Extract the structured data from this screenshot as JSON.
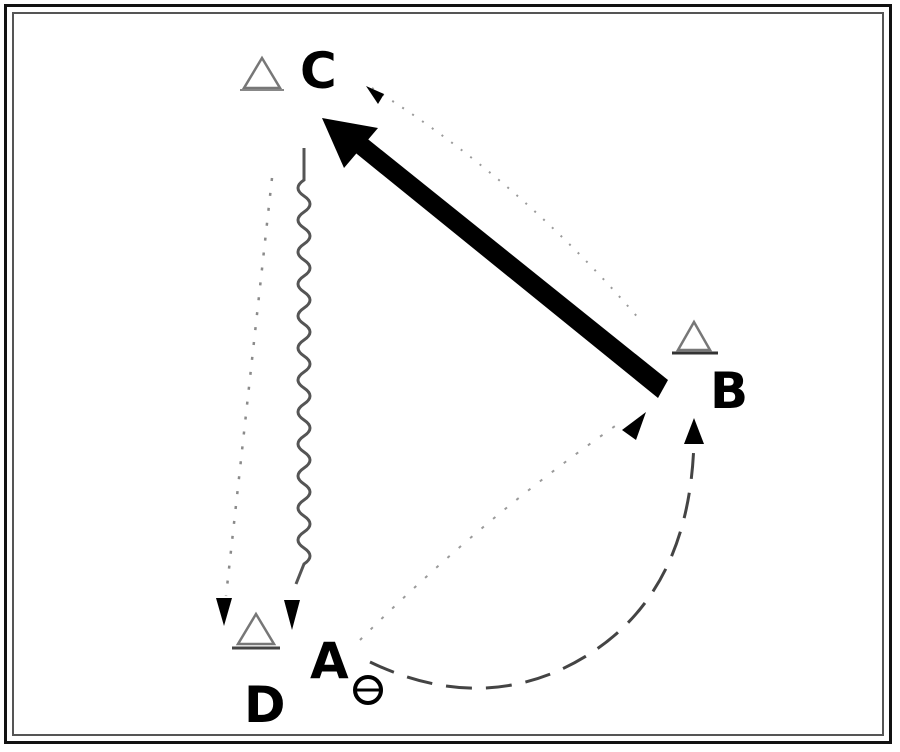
{
  "diagram": {
    "points": {
      "A": {
        "label": "A"
      },
      "B": {
        "label": "B"
      },
      "C": {
        "label": "C"
      },
      "D": {
        "label": "D"
      }
    },
    "colors": {
      "ink": "#000000",
      "thin_line": "#555555",
      "faint_line": "#9a9a9a",
      "background": "#ffffff"
    },
    "icons": {
      "start_marker": "circle-cross-icon",
      "cone": "triangle-cone-icon",
      "arrow_head": "arrowhead-icon"
    }
  }
}
